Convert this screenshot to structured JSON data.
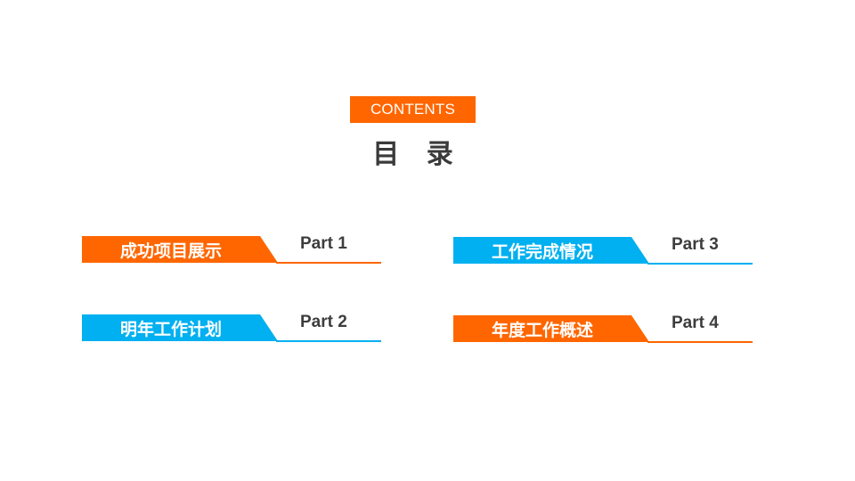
{
  "header": {
    "tag": "CONTENTS",
    "title": "目 录"
  },
  "colors": {
    "orange": "#ff6600",
    "blue": "#00b0f0",
    "text": "#3d3d3d"
  },
  "items": [
    {
      "label": "成功项目展示",
      "part": "Part 1",
      "color": "orange"
    },
    {
      "label": "明年工作计划",
      "part": "Part 2",
      "color": "blue"
    },
    {
      "label": "工作完成情况",
      "part": "Part 3",
      "color": "blue"
    },
    {
      "label": "年度工作概述",
      "part": "Part 4",
      "color": "orange"
    }
  ]
}
